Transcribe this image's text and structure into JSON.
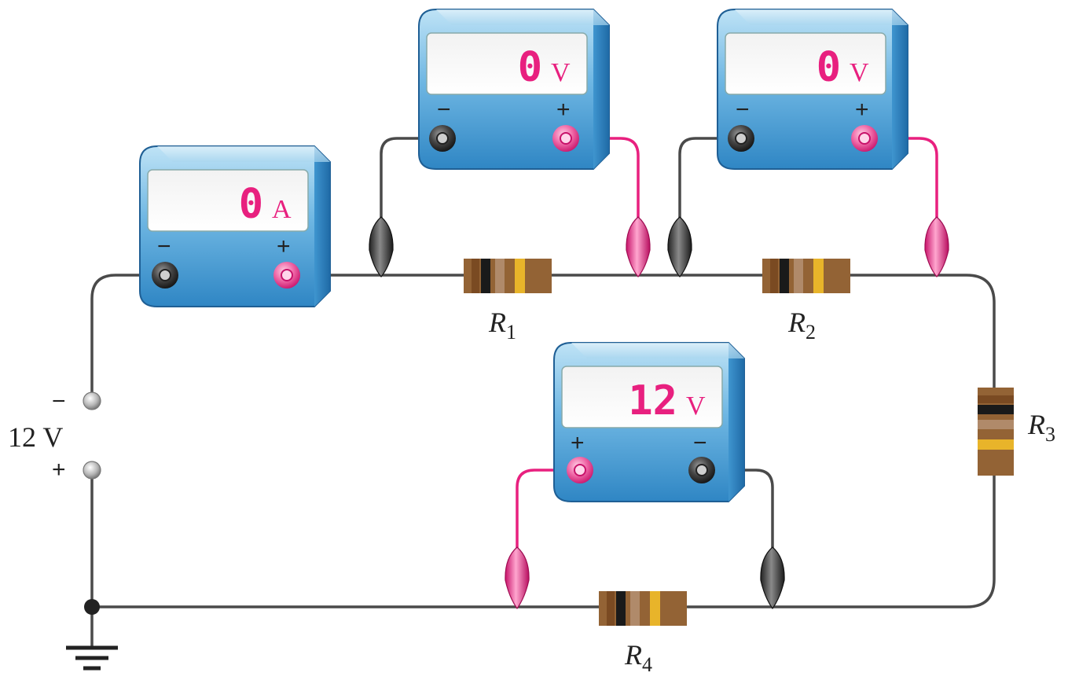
{
  "source": {
    "voltage_label": "12 V",
    "minus_label": "−",
    "plus_label": "+"
  },
  "resistors": [
    {
      "name": "R",
      "sub": "1"
    },
    {
      "name": "R",
      "sub": "2"
    },
    {
      "name": "R",
      "sub": "3"
    },
    {
      "name": "R",
      "sub": "4"
    }
  ],
  "meters": [
    {
      "id": "ammeter",
      "reading": "0",
      "unit": "A",
      "left_terminal": "−",
      "right_terminal": "+"
    },
    {
      "id": "voltmeter-r1",
      "reading": "0",
      "unit": "V",
      "left_terminal": "−",
      "right_terminal": "+"
    },
    {
      "id": "voltmeter-r2",
      "reading": "0",
      "unit": "V",
      "left_terminal": "−",
      "right_terminal": "+"
    },
    {
      "id": "voltmeter-r4",
      "reading": "12",
      "unit": "V",
      "left_terminal": "+",
      "right_terminal": "−"
    }
  ],
  "colors": {
    "wire": "#4a4a4a",
    "probe_red": "#e8207f",
    "probe_black": "#333333",
    "meter_body": "#4aa3d8",
    "display_digits": "#e8207f"
  }
}
